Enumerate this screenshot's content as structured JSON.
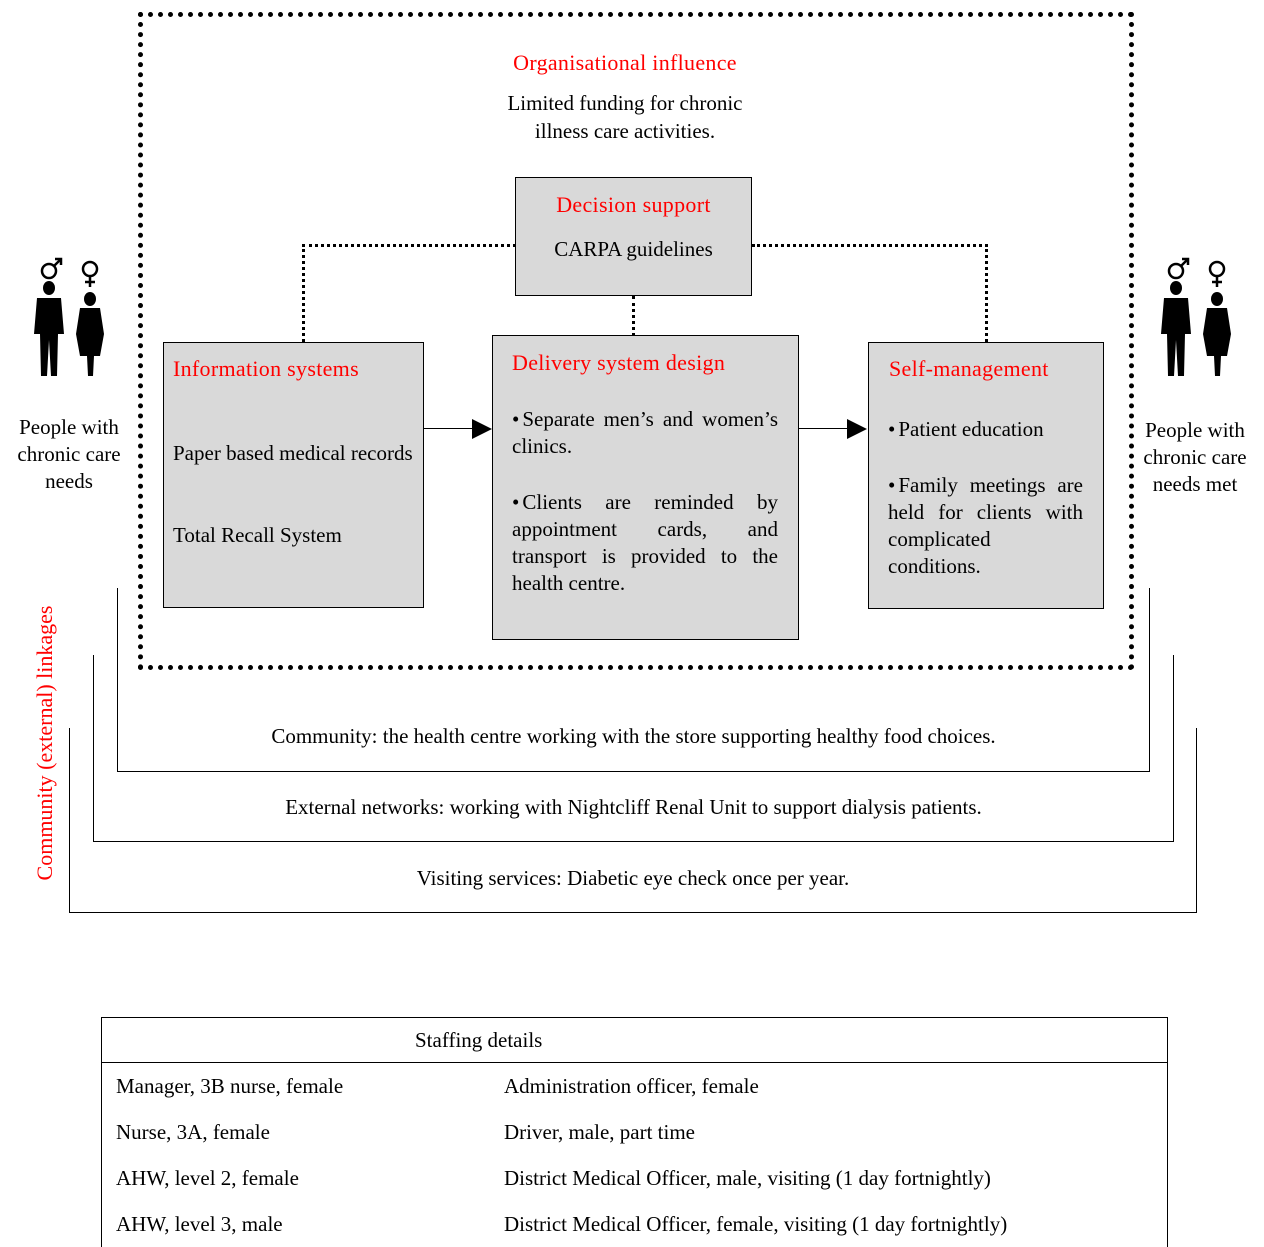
{
  "org": {
    "title": "Organisational influence",
    "text_line1": "Limited funding for chronic",
    "text_line2": "illness care activities."
  },
  "decision_support": {
    "title": "Decision support",
    "text": "CARPA guidelines"
  },
  "information_systems": {
    "title": "Information systems",
    "item1": "Paper based medical records",
    "item2": "Total Recall System"
  },
  "delivery_system": {
    "title": "Delivery system design",
    "bullet1": "Separate men’s and women’s clinics.",
    "bullet2": "Clients are reminded by appointment cards, and transport is provided to the health centre."
  },
  "self_management": {
    "title": "Self-management",
    "bullet1": "Patient education",
    "bullet2": "Family meetings are held for clients with complicated conditions."
  },
  "people_left": {
    "line1": "People with",
    "line2": "chronic care",
    "line3": "needs"
  },
  "people_right": {
    "line1": "People with",
    "line2": "chronic care",
    "line3": "needs met"
  },
  "linkages_label": "Community (external) linkages",
  "community": "Community: the health centre working with the store supporting healthy food choices.",
  "external_networks": "External networks: working with Nightcliff Renal Unit to support dialysis patients.",
  "visiting_services": "Visiting services: Diabetic eye check once per year.",
  "staffing": {
    "title": "Staffing details",
    "rows": [
      [
        "Manager,  3B nurse, female",
        "Administration officer, female"
      ],
      [
        "Nurse, 3A, female",
        "Driver, male, part time"
      ],
      [
        "AHW, level 2, female",
        "District Medical Officer, male, visiting (1 day fortnightly)"
      ],
      [
        "AHW, level 3, male",
        "District Medical Officer, female, visiting (1 day fortnightly)"
      ]
    ]
  },
  "icons": {
    "people_left": "man-woman-icon",
    "people_right": "man-woman-icon"
  },
  "colors": {
    "heading": "#ff0000",
    "box_fill": "#d9d9d9"
  }
}
